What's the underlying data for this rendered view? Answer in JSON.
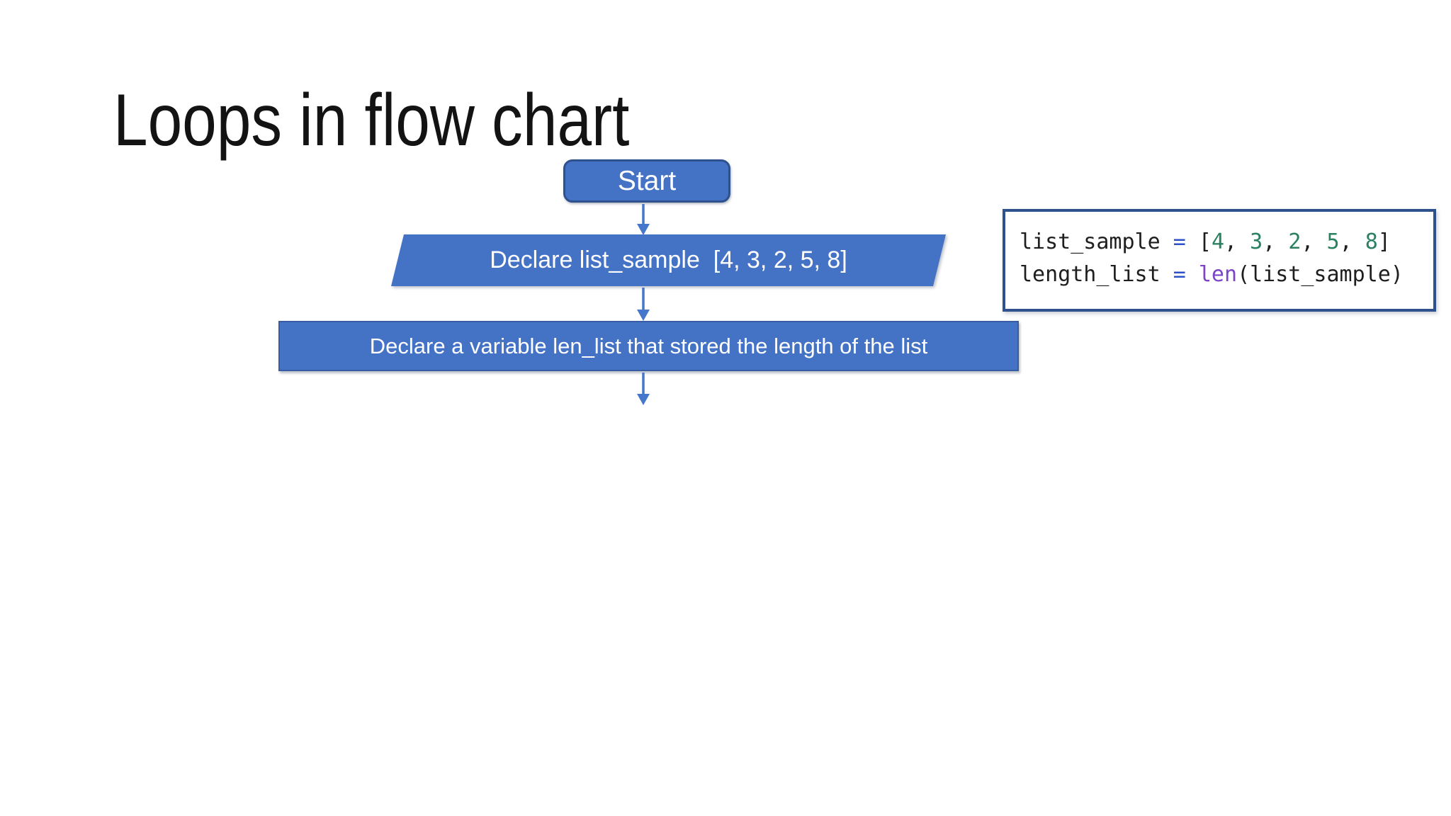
{
  "slide": {
    "title": "Loops in flow chart"
  },
  "flowchart": {
    "start": {
      "shape": "rounded-rectangle",
      "label": "Start"
    },
    "declare_list": {
      "shape": "parallelogram",
      "label": "Declare list_sample  [4, 3, 2, 5, 8]"
    },
    "declare_length": {
      "shape": "rectangle",
      "label": "Declare a variable len_list that stored the length of the list"
    }
  },
  "code_panel": {
    "lines": [
      [
        {
          "t": "list_sample ",
          "c": "plain"
        },
        {
          "t": "=",
          "c": "op"
        },
        {
          "t": " [",
          "c": "plain"
        },
        {
          "t": "4",
          "c": "num"
        },
        {
          "t": ", ",
          "c": "plain"
        },
        {
          "t": "3",
          "c": "num"
        },
        {
          "t": ", ",
          "c": "plain"
        },
        {
          "t": "2",
          "c": "num"
        },
        {
          "t": ", ",
          "c": "plain"
        },
        {
          "t": "5",
          "c": "num"
        },
        {
          "t": ", ",
          "c": "plain"
        },
        {
          "t": "8",
          "c": "num"
        },
        {
          "t": "]",
          "c": "plain"
        }
      ],
      [
        {
          "t": "length_list ",
          "c": "plain"
        },
        {
          "t": "=",
          "c": "op"
        },
        {
          "t": " ",
          "c": "plain"
        },
        {
          "t": "len",
          "c": "fn"
        },
        {
          "t": "(list_sample)",
          "c": "plain"
        }
      ]
    ]
  },
  "colors": {
    "slide_bg": "#FFFFFF",
    "title_text": "#131313",
    "node_text": "#FFFFFF",
    "shape_fill": "#4472C4",
    "shape_border": "#2F528F",
    "arrow": "#4577CB",
    "code_border": "#2F528F",
    "code_plain": "#1E1E20",
    "code_op": "#2B50C8",
    "code_num": "#2A8160",
    "code_fn": "#7C44C6"
  }
}
